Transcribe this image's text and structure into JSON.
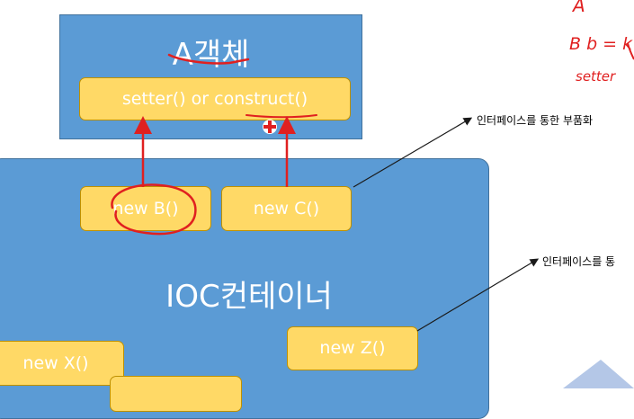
{
  "diagram": {
    "a_object": {
      "title": "A객체",
      "inner": "setter() or construct()"
    },
    "ioc": {
      "label": "IOC컨테이너"
    },
    "nodes": {
      "b": "new B()",
      "c": "new C()",
      "x": "new X()",
      "z": "new Z()"
    },
    "annotations": {
      "top": "인터페이스를 통한 부품화",
      "mid": "인터페이스를 통"
    },
    "handwritten": {
      "line1": "A",
      "line2": "B b = k",
      "line3": "setter"
    },
    "colors": {
      "box_fill": "#5b9bd5",
      "node_fill": "#ffd966",
      "pen_red": "#e02020"
    }
  }
}
